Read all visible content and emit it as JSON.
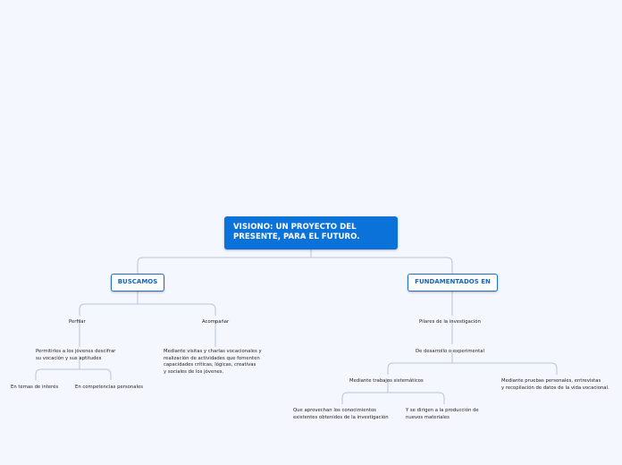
{
  "root": {
    "title": "VISIONO: UN PROYECTO DEL\nPRESENTE, PARA EL FUTURO."
  },
  "left_branch": {
    "title": "BUSCAMOS",
    "perfilar": {
      "label": "Perfilar",
      "detail": "Permitirles a los jóvenes descifrar\nsu vocación y sus aptitudes",
      "children": [
        "En temas de interés",
        "En competencias personales"
      ]
    },
    "acompanar": {
      "label": "Acompañar",
      "detail": "Mediante visitas y charlas vocacionales y\nrealización de actividades que fomenten\ncapacidades críticas, lógicas, creativas\ny sociales de los jóvenes."
    }
  },
  "right_branch": {
    "title": "FUNDAMENTADOS EN",
    "pilares": "Pilares de la investigación",
    "desarrollo": "De desarrollo o experimental",
    "trabajos": {
      "label": "Mediante trabajos sistemáticos",
      "children": [
        "Que aprovechan los conocimientos\nexistentes obtenidos de la investigación",
        "Y se dirigen a la producción de\nnuevos materiales"
      ]
    },
    "pruebas": "Mediante pruebas personales, entrevistas\ny recopilación de datos de la vida vocacional."
  },
  "colors": {
    "root_fill": "#0a72d8",
    "border": "#1e6fd2",
    "connector": "#b8c4d6",
    "background": "#f4f7fd"
  }
}
